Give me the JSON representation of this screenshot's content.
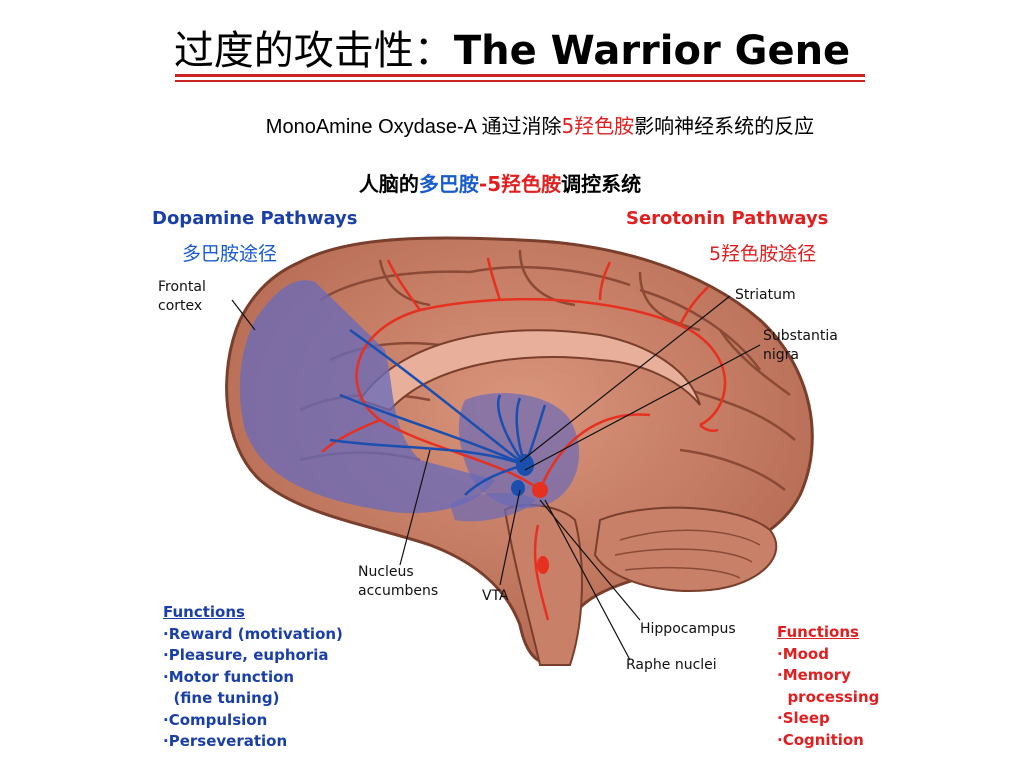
{
  "title": {
    "cn": "过度的攻击性：",
    "en": "The Warrior Gene"
  },
  "subtitle": {
    "en": "MonoAmine Oxydase-A  ",
    "cn_pre": "通过消除",
    "highlight": "5羟色胺",
    "cn_post": "影响神经系统的反应"
  },
  "subheading": {
    "pre": "人脑的",
    "dopamine": "多巴胺",
    "dash": "-",
    "serotonin": "5羟色胺",
    "post": "调控系统"
  },
  "dopamine": {
    "heading": "Dopamine Pathways",
    "cn": "多巴胺途径",
    "color": "#1a3fa6",
    "functions_heading": "Functions",
    "functions": [
      "·Reward (motivation)",
      "·Pleasure, euphoria",
      "·Motor function",
      "  (fine tuning)",
      "·Compulsion",
      "·Perseveration"
    ]
  },
  "serotonin": {
    "heading": "Serotonin Pathways",
    "cn": "5羟色胺途径",
    "color": "#e02020",
    "functions_heading": "Functions",
    "functions": [
      "·Mood",
      "·Memory",
      "  processing",
      "·Sleep",
      "·Cognition"
    ]
  },
  "labels": {
    "frontal_cortex_1": "Frontal",
    "frontal_cortex_2": "cortex",
    "striatum": "Striatum",
    "substantia_1": "Substantia",
    "substantia_2": "nigra",
    "nucleus_1": "Nucleus",
    "nucleus_2": "accumbens",
    "vta": "VTA",
    "hippocampus": "Hippocampus",
    "raphe": "Raphe nuclei"
  },
  "colors": {
    "brain": "#c47a62",
    "brain_dark": "#8a4a36",
    "dopamine_region": "#6a6ab8",
    "accent_rule": "#cc2222"
  }
}
